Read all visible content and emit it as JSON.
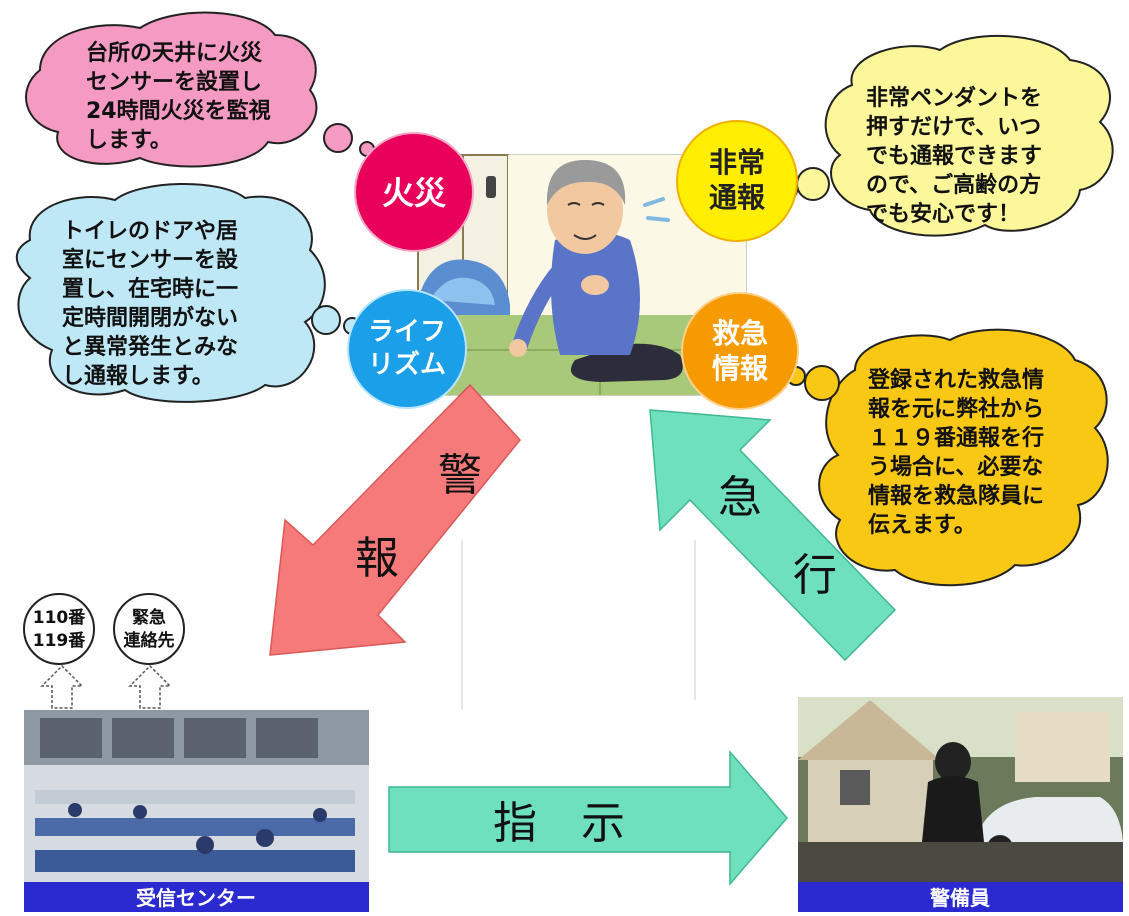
{
  "bubbles": {
    "fire_note": [
      "台所の天井に火災",
      "センサーを設置し",
      "24時間火災を監視",
      "します。"
    ],
    "lifestyle_note": [
      "トイレのドアや居",
      "室にセンサーを設",
      "置し、在宅時に一",
      "定時間開閉がない",
      "と異常発生とみな",
      "し通報します。"
    ],
    "emergency_call_note": [
      "非常ペンダントを",
      "押すだけで、いつ",
      "でも通報できます",
      "ので、ご高齢の方",
      "でも安心です！"
    ],
    "medical_info_note": [
      "登録された救急情",
      "報を元に弊社から",
      "１１９番通報を行",
      "う場合に、必要な",
      "情報を救急隊員に",
      "伝えます。"
    ]
  },
  "circles": {
    "fire": [
      "火災"
    ],
    "emergency": [
      "非常",
      "通報"
    ],
    "lifestyle": [
      "ライフ",
      "リズム"
    ],
    "medical": [
      "救急",
      "情報"
    ]
  },
  "arrows": {
    "alert": [
      "警",
      "報"
    ],
    "rush": [
      "急",
      "行"
    ],
    "instruct": "指　示"
  },
  "contacts": {
    "police_fire": [
      "110番",
      "119番"
    ],
    "emergency_contact": [
      "緊急",
      "連絡先"
    ]
  },
  "labels": {
    "center": "受信センター",
    "guard": "警備員"
  },
  "colors": {
    "fire": "#e8005a",
    "emergency": "#ffee00",
    "lifestyle": "#1a9fe8",
    "medical": "#f59a00",
    "alert_arrow": "#f77a7a",
    "rush_arrow": "#6fe0be",
    "label_bar": "#2a2ad0"
  }
}
